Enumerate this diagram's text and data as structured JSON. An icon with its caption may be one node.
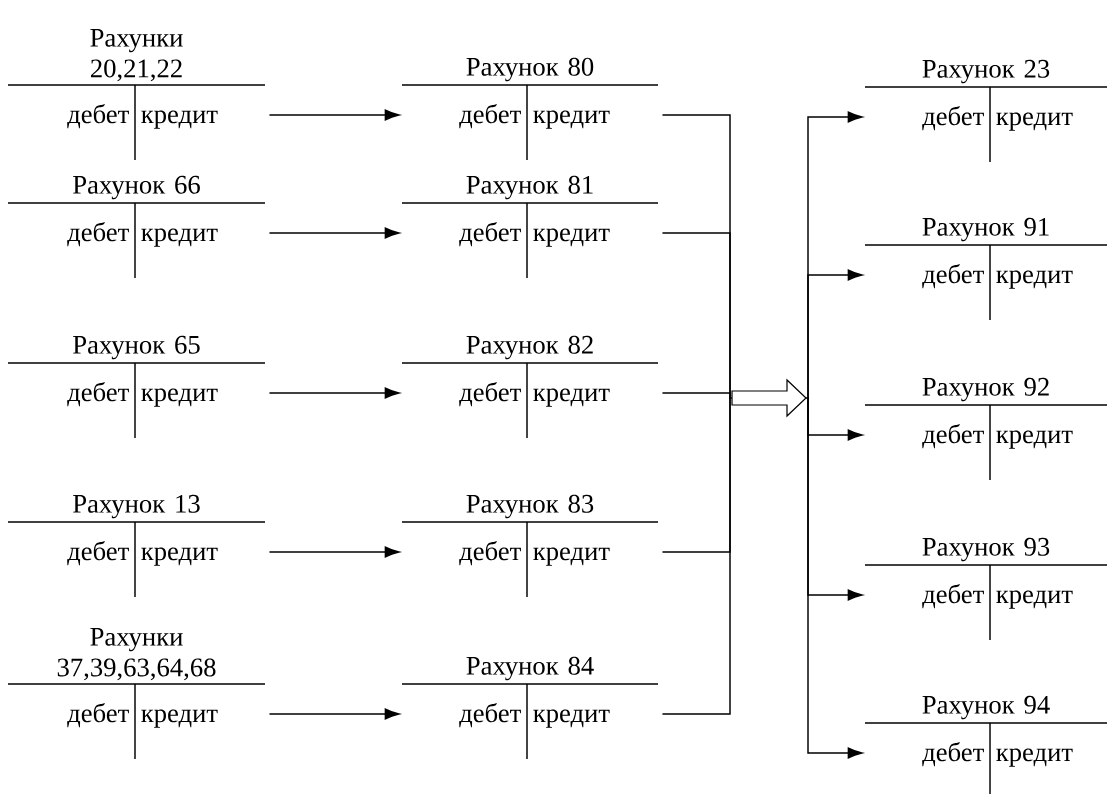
{
  "diagram": {
    "nodes": [
      {
        "text": [
          "Рахунки 20,21,22",
          "дебет",
          "кредит"
        ]
      },
      {
        "text": [
          "Рахунок 66",
          "дебет",
          "кредит"
        ]
      },
      {
        "text": [
          "Рахунок 65",
          "дебет",
          "кредит"
        ]
      },
      {
        "text": [
          "Рахунок 13",
          "дебет",
          "кредит"
        ]
      },
      {
        "text": [
          "Рахунки 37,39,63,64,68",
          "дебет",
          "кредит"
        ]
      },
      {
        "text": [
          "Рахунок 80",
          "дебет",
          "кредит"
        ]
      },
      {
        "text": [
          "Рахунок 81",
          "дебет",
          "кредит"
        ]
      },
      {
        "text": [
          "Рахунок 82",
          "дебет",
          "кредит"
        ]
      },
      {
        "text": [
          "Рахунок 83",
          "дебет",
          "кредит"
        ]
      },
      {
        "text": [
          "Рахунок 84",
          "дебет",
          "кредит"
        ]
      },
      {
        "text": [],
        "shape": "arrow"
      },
      {
        "text": [
          "Рахунок 23",
          "дебет",
          "кредит"
        ]
      },
      {
        "text": [
          "Рахунок 91",
          "дебет",
          "кредит"
        ]
      },
      {
        "text": [
          "Рахунок 92",
          "дебет",
          "кредит"
        ]
      },
      {
        "text": [
          "Рахунок 93",
          "дебет",
          "кредит"
        ]
      },
      {
        "text": [
          "Рахунок 94",
          "дебет",
          "кредит"
        ]
      }
    ],
    "edges": [
      {
        "from": 0,
        "to": 5,
        "arrow": "to"
      },
      {
        "from": 1,
        "to": 6,
        "arrow": "to"
      },
      {
        "from": 2,
        "to": 7,
        "arrow": "to"
      },
      {
        "from": 3,
        "to": 8,
        "arrow": "to"
      },
      {
        "from": 4,
        "to": 9,
        "arrow": "to"
      },
      {
        "from": 5,
        "to": 10,
        "arrow": "none"
      },
      {
        "from": 6,
        "to": 10,
        "arrow": "none"
      },
      {
        "from": 7,
        "to": 10,
        "arrow": "none"
      },
      {
        "from": 8,
        "to": 10,
        "arrow": "none"
      },
      {
        "from": 9,
        "to": 10,
        "arrow": "none"
      },
      {
        "from": 10,
        "to": 11,
        "arrow": "to"
      },
      {
        "from": 10,
        "to": 12,
        "arrow": "to"
      },
      {
        "from": 10,
        "to": 13,
        "arrow": "to"
      },
      {
        "from": 10,
        "to": 14,
        "arrow": "to"
      },
      {
        "from": 10,
        "to": 15,
        "arrow": "to"
      }
    ]
  }
}
